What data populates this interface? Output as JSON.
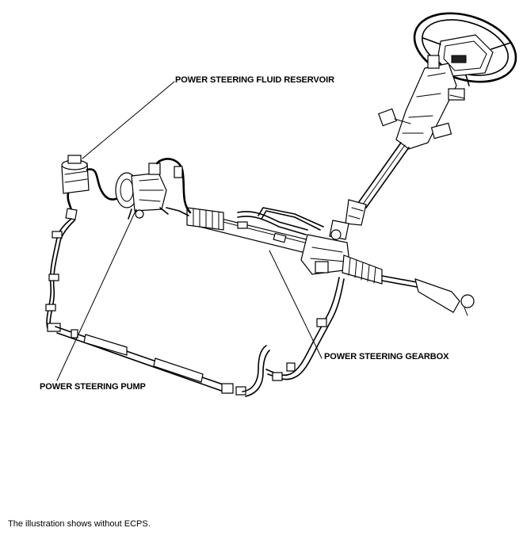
{
  "labels": {
    "reservoir": "POWER STEERING FLUID RESERVOIR",
    "gearbox": "POWER STEERING GEARBOX",
    "pump": "POWER STEERING PUMP"
  },
  "caption": "The illustration shows without ECPS."
}
